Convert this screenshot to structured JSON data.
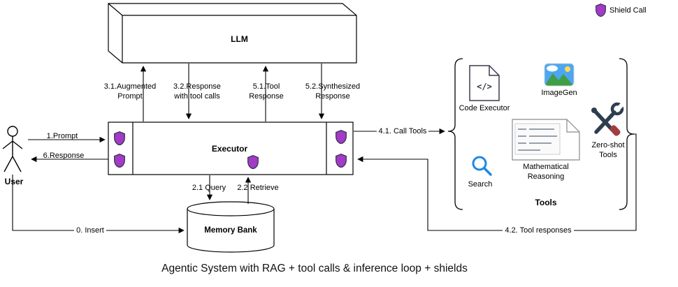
{
  "title": "Agentic System with RAG + tool calls & inference loop + shields",
  "legend": {
    "shield_call": "Shield Call"
  },
  "nodes": {
    "llm": "LLM",
    "executor": "Executor",
    "memory_bank": "Memory Bank",
    "user": "User"
  },
  "tools": {
    "group_label": "Tools",
    "code_executor": {
      "label": "Code Executor",
      "glyph": "</>"
    },
    "imagegen": {
      "label": "ImageGen"
    },
    "search": {
      "label": "Search"
    },
    "mathematical_reasoning": {
      "label": "Mathematical Reasoning"
    },
    "zero_shot": {
      "label": "Zero-shot Tools"
    }
  },
  "edges": {
    "insert": "0. Insert",
    "prompt": "1.Prompt",
    "query": "2.1 Query",
    "retrieve": "2.2 Retrieve",
    "augmented_prompt": "3.1.Augmented Prompt",
    "response_with_tool_calls": "3.2.Response with tool calls",
    "call_tools": "4.1. Call Tools",
    "tool_responses": "4.2. Tool responses",
    "tool_response": "5.1.Tool Response",
    "synthesized_response": "5.2.Synthesized Response",
    "response": "6.Response"
  },
  "colors": {
    "shield_fill": "#a23bc6",
    "shield_stroke": "#33334d",
    "search_blue": "#1e88e5",
    "image_sky": "#4da6f0",
    "image_green": "#3f9e46",
    "image_sun": "#ffd957",
    "tools_dark": "#2c3e50",
    "line": "#000000"
  }
}
